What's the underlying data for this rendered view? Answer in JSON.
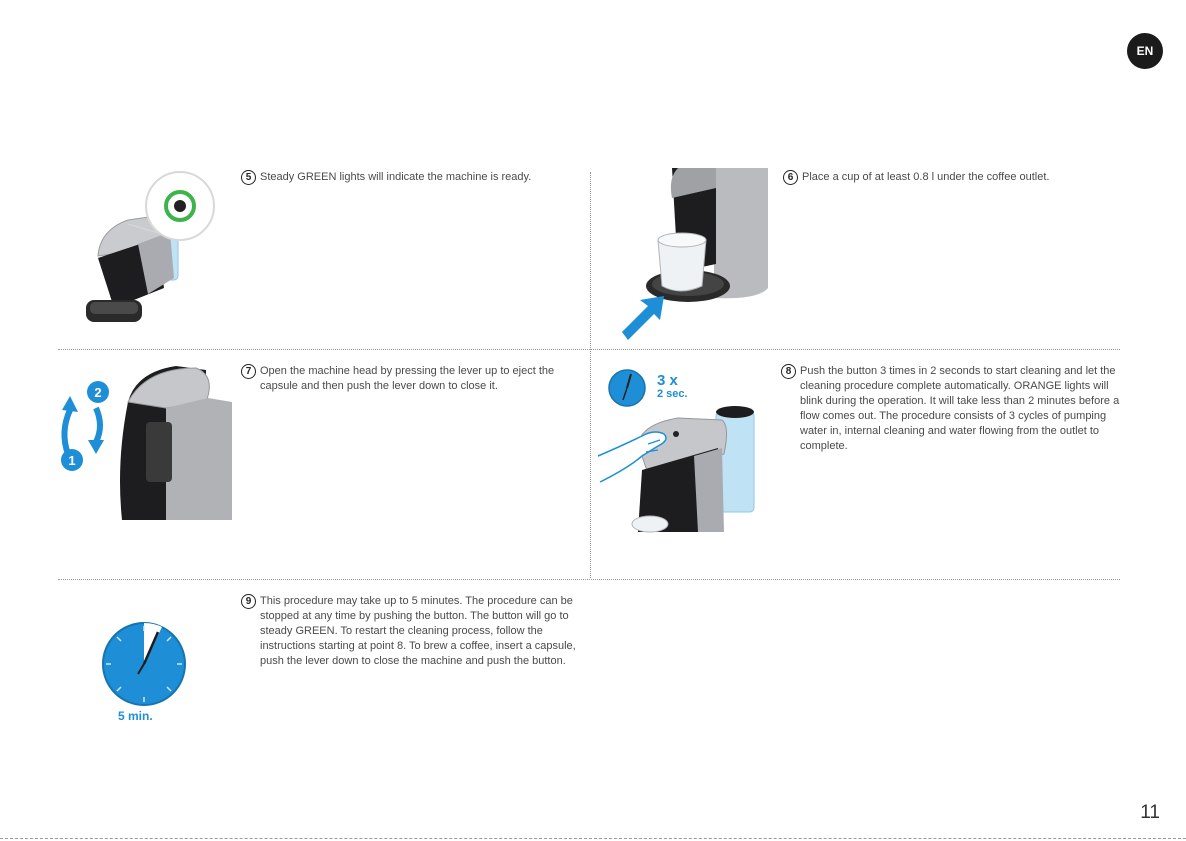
{
  "lang_badge": "EN",
  "page_number": "11",
  "steps": [
    {
      "num": "5",
      "text": "Steady GREEN lights will indicate the machine is ready."
    },
    {
      "num": "6",
      "text": "Place a cup of at least 0.8 l under the coffee outlet."
    },
    {
      "num": "7",
      "text": "Open the machine head by pressing the lever up to eject the capsule and then push the lever down to close it."
    },
    {
      "num": "8",
      "text": "Push the button 3 times in 2 seconds to start cleaning and let the cleaning procedure complete automatically. ORANGE lights will blink during the operation. It will take less than 2 minutes before a flow comes out. The procedure consists of 3 cycles of pumping water in, internal cleaning and water flowing from the outlet to complete."
    },
    {
      "num": "9",
      "text": "This procedure may take up to 5 minutes. The procedure can be stopped at any time by pushing the button. The button will go to steady GREEN. To restart the cleaning process, follow the instructions starting at point 8. To brew a coffee, insert a capsule, push the lever down to close the machine and push the button."
    }
  ],
  "illustrations": {
    "lever_labels": [
      "2",
      "1"
    ],
    "press_count": "3 x",
    "press_duration": "2 sec.",
    "timer_label": "5 min."
  },
  "colors": {
    "accent_blue": "#1e8fd6",
    "ready_green": "#3cb44a"
  }
}
